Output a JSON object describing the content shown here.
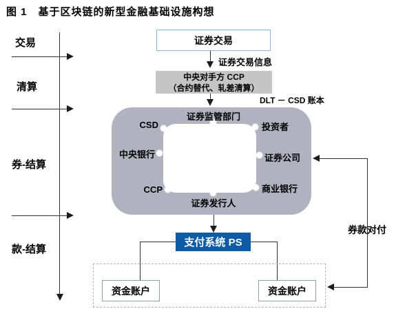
{
  "figure": {
    "title": "图 1　基于区块链的新型金融基础设施构想"
  },
  "rail": {
    "stages": [
      {
        "label": "交易"
      },
      {
        "label": "清算"
      },
      {
        "label": "券-结算"
      },
      {
        "label": "款-结算"
      }
    ]
  },
  "nodes": {
    "securities_trading": "证券交易",
    "trade_info": "证券交易信息",
    "ccp_title": "中央对手方 CCP",
    "ccp_sub": "（合约替代、轧差清算）",
    "ledger_label": "DLT － CSD 账本",
    "payment_system": "支付系统 PS",
    "fund_account_left": "资金账户",
    "fund_account_right": "资金账户",
    "dvp_label": "券款对付"
  },
  "ledger_members": {
    "top": "证券监管部门",
    "top_left": "CSD",
    "top_right": "投资者",
    "left": "中央银行",
    "right": "证券公司",
    "bottom_left": "CCP",
    "bottom_right": "商业银行",
    "bottom": "证券发行人"
  },
  "colors": {
    "ledger_blob": "#b2b1c0",
    "ccp_box": "#c5c5c5",
    "payment_blue": "#0d5aa7",
    "trade_border_blue": "#8fb3d1",
    "dashed_border": "#a3b5c8",
    "line": "#2e2e2e"
  }
}
